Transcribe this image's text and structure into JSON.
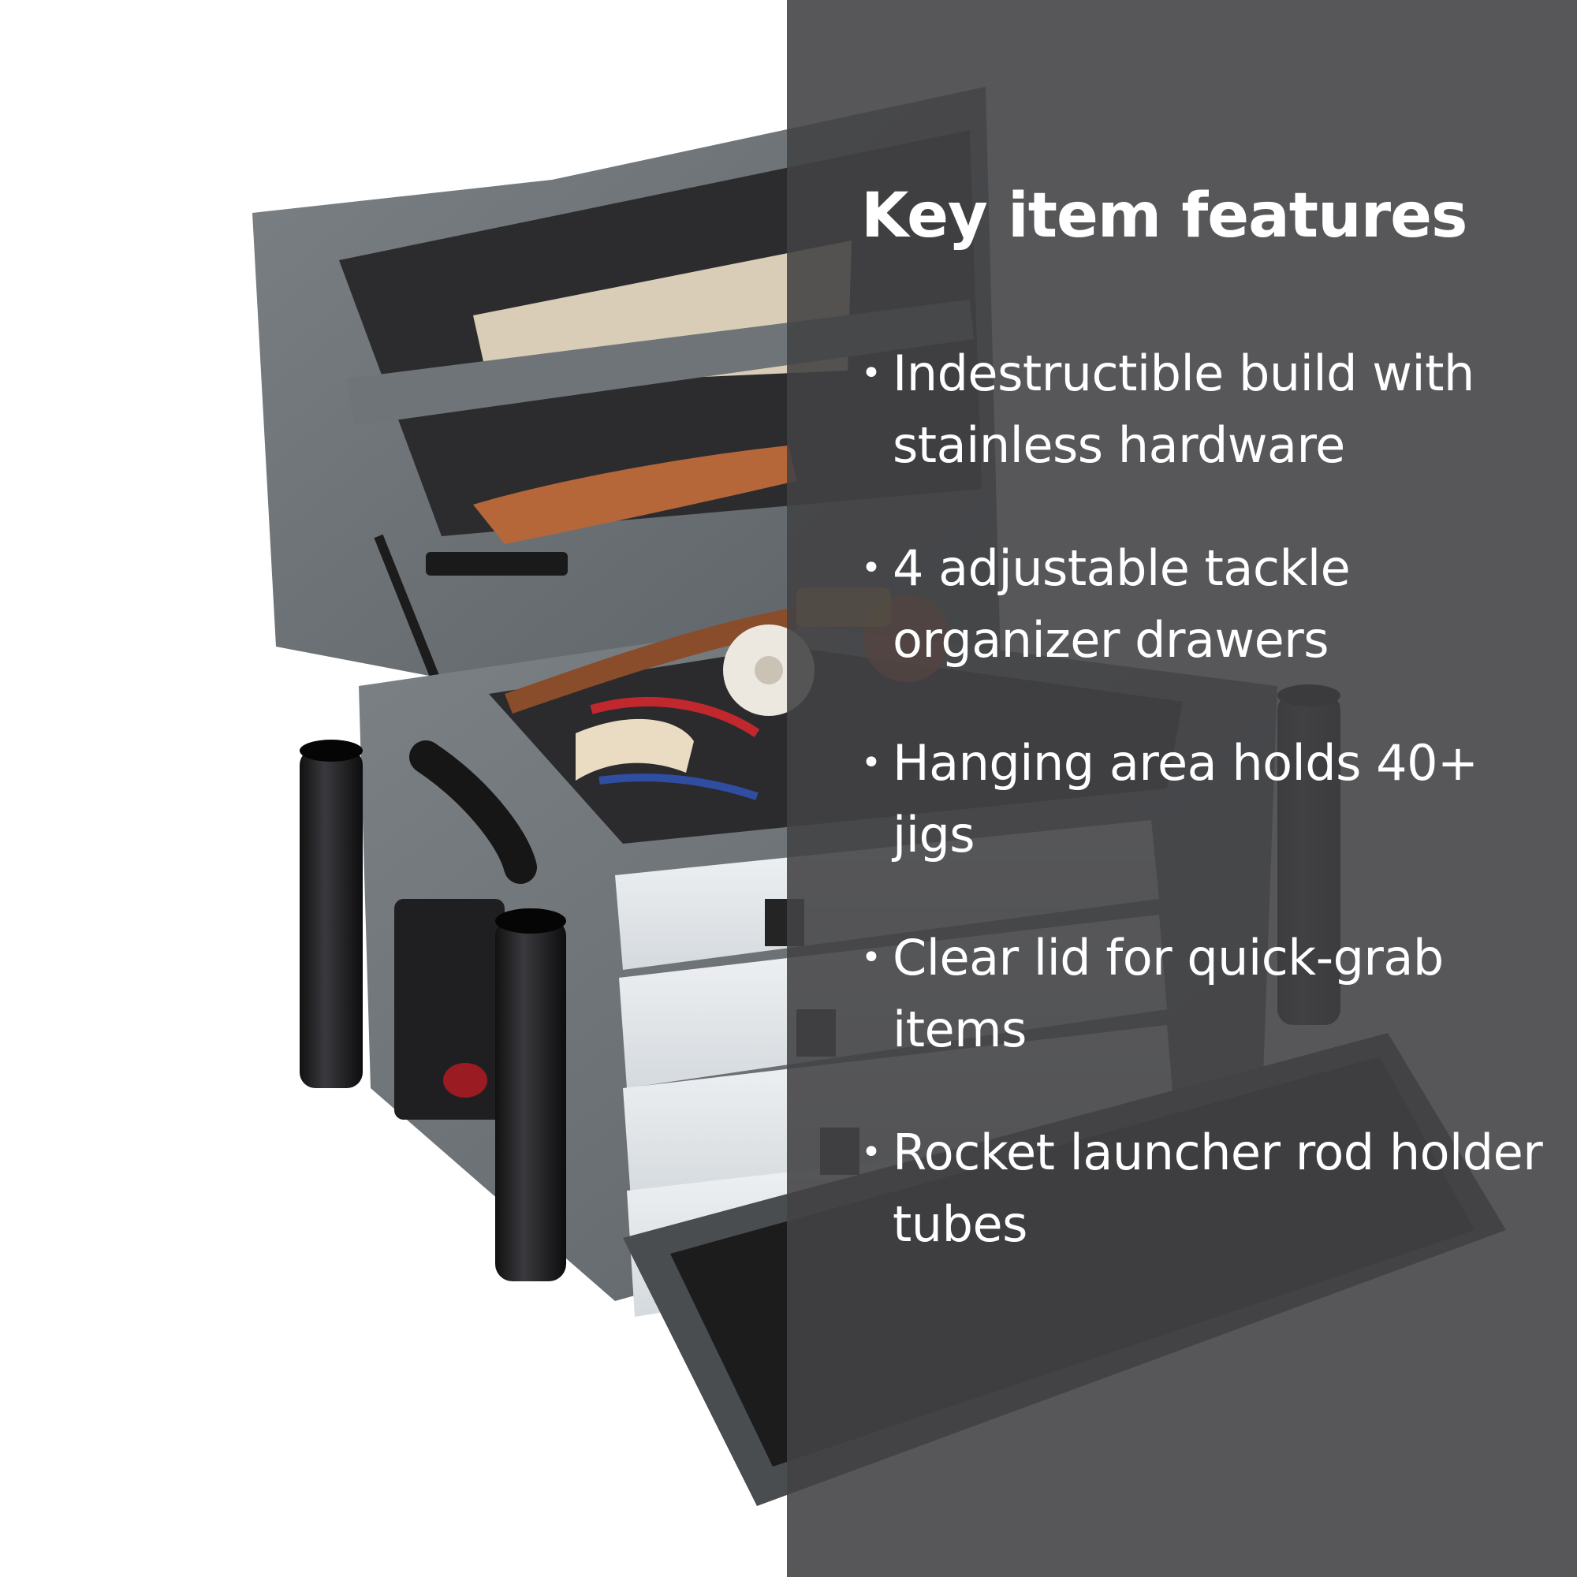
{
  "panel": {
    "title": "Key item features",
    "bullet_glyph": "•",
    "features": [
      "Indestructible build with stainless hardware",
      "4 adjustable tackle organizer drawers",
      "Hanging area holds 40+ jigs",
      "Clear lid for quick-grab items",
      "Rocket launcher rod holder tubes"
    ]
  },
  "colors": {
    "panel_background": "#424245",
    "text": "#ffffff",
    "case_body": "#6c7276",
    "case_interior": "#2f2f31",
    "rod_tube": "#1e1e20",
    "leather": "#b5673a"
  },
  "image": {
    "subject": "gray fishing tackle case with open lid, clear organizer drawers, leather sheaths, pliers and black rod holder tubes"
  }
}
